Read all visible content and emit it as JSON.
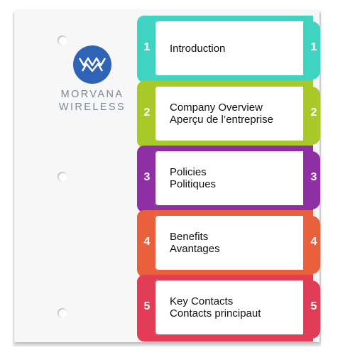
{
  "logo": {
    "icon": "mountain-logo-icon",
    "line1": "MORVANA",
    "line2": "WIRELESS",
    "color": "#2f63b6"
  },
  "tabs": [
    {
      "number": "1",
      "title": "Introduction",
      "subtitle": "",
      "color": "#3fd3c2"
    },
    {
      "number": "2",
      "title": "Company Overview",
      "subtitle": "Aperçu de l’entreprise",
      "color": "#a9c928"
    },
    {
      "number": "3",
      "title": "Policies",
      "subtitle": "Politiques",
      "color": "#8e2fa3"
    },
    {
      "number": "4",
      "title": "Benefits",
      "subtitle": "Avantages",
      "color": "#e8603c"
    },
    {
      "number": "5",
      "title": "Key Contacts",
      "subtitle": "Contacts principaut",
      "color": "#e23d57"
    }
  ]
}
